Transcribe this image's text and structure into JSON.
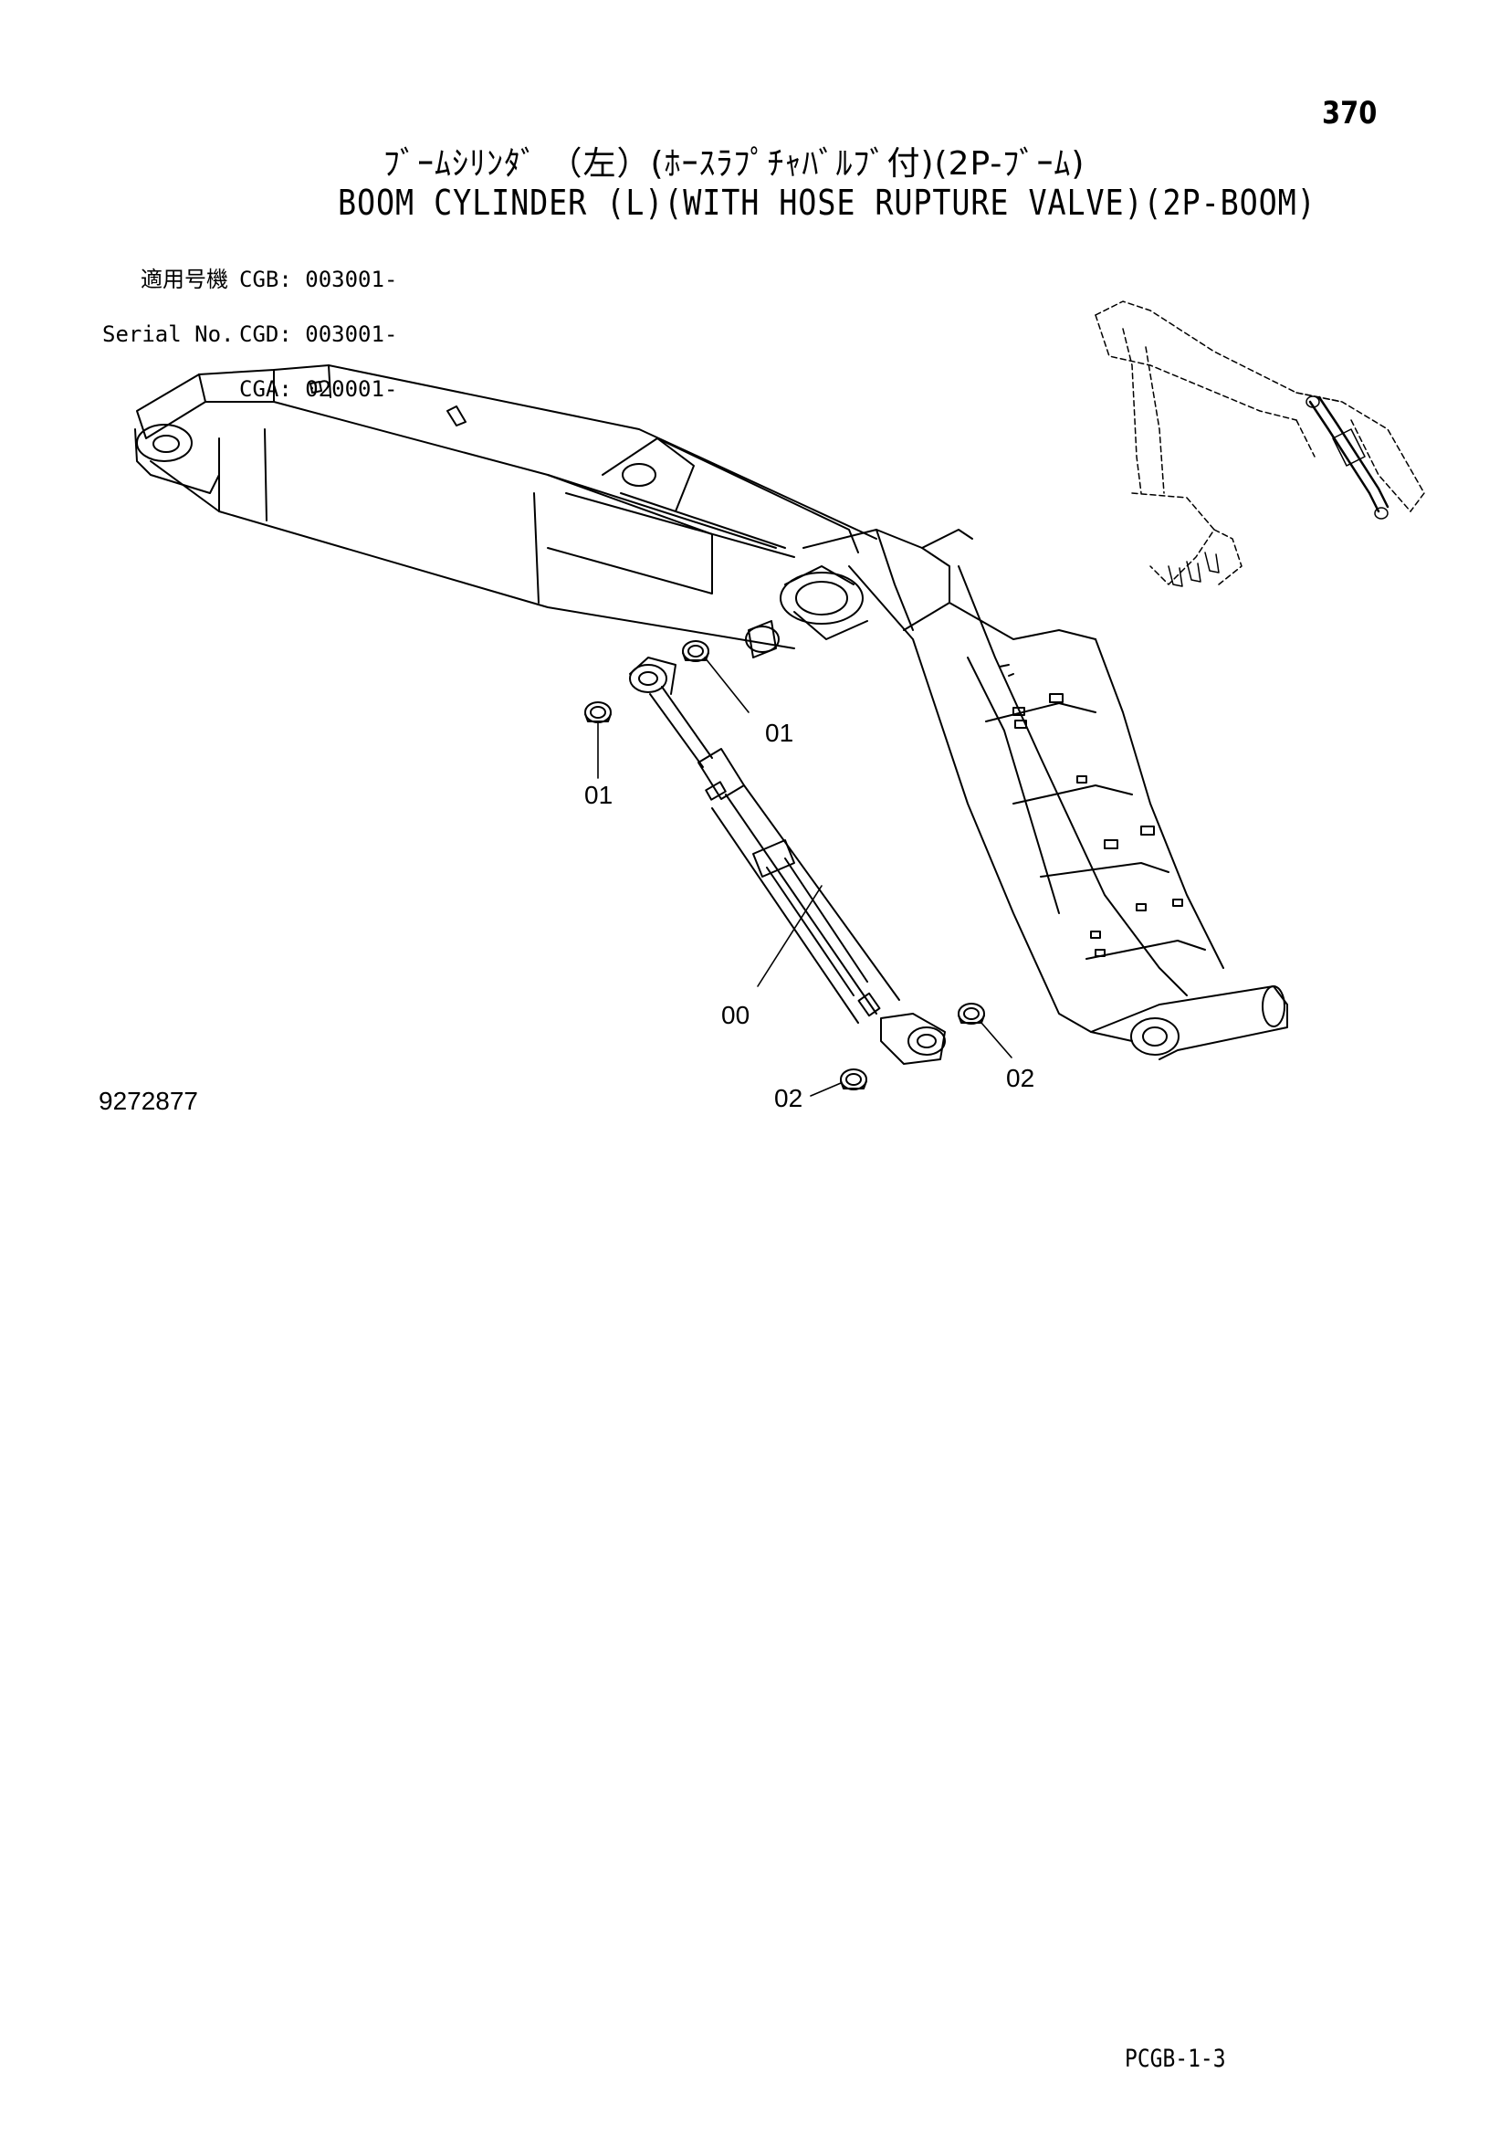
{
  "page_number": "370",
  "title_jp": "ﾌﾞｰﾑｼﾘﾝﾀﾞ （左）(ﾎｰｽﾗﾌﾟﾁｬﾊﾞﾙﾌﾞ付)(2P-ﾌﾞｰﾑ)",
  "title_en": "BOOM CYLINDER (L)(WITH HOSE RUPTURE VALVE)(2P-BOOM)",
  "serial": {
    "label_jp": "適用号機",
    "label_en": "Serial No.",
    "codes": [
      "CGB: 003001-",
      "CGD: 003001-",
      "CGA: 020001-"
    ]
  },
  "callouts": {
    "c01_upper": "01",
    "c01_left": "01",
    "c00": "00",
    "c02_right": "02",
    "c02_left": "02"
  },
  "drawing_number": "9272877",
  "page_code": "PCGB-1-3"
}
